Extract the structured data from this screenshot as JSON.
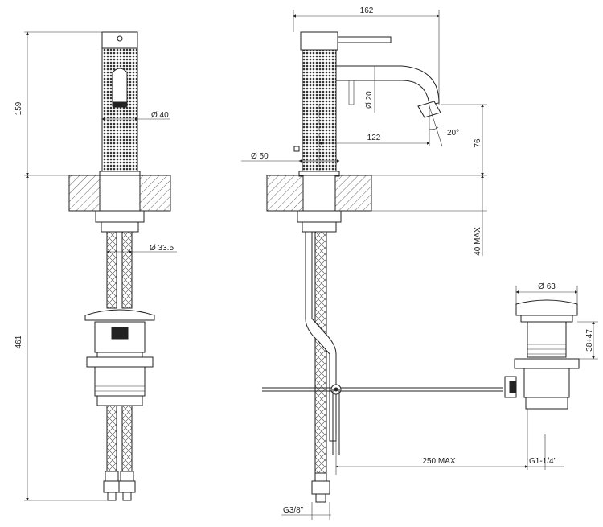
{
  "dimensions": {
    "height_upper": "159",
    "height_lower": "461",
    "body_diameter": "Ø 40",
    "hose_diameter": "Ø 33.5",
    "width_top": "162",
    "spout_diameter": "Ø 20",
    "reach": "122",
    "angle": "20°",
    "spout_height": "76",
    "base_diameter": "Ø 50",
    "deck_thickness": "40 MAX",
    "waste_diameter": "Ø 63",
    "waste_range": "38÷47",
    "rod_length": "250 MAX",
    "waste_thread": "G1-1/4\"",
    "supply_thread": "G3/8\""
  }
}
